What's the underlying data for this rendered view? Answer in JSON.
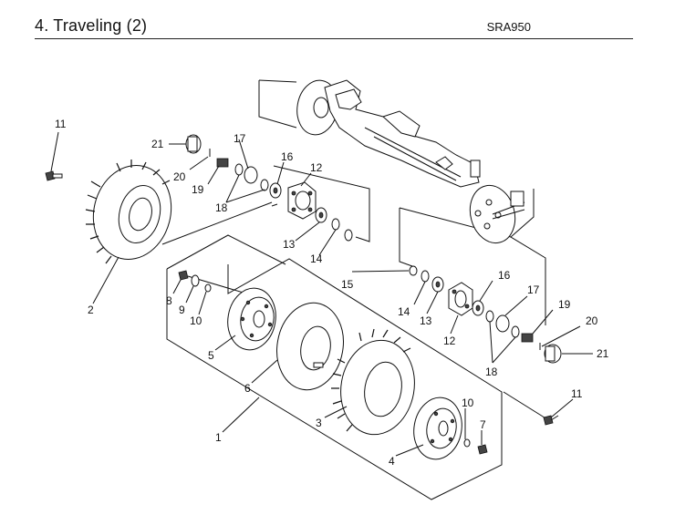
{
  "header": {
    "title": "4. Traveling (2)",
    "model": "SRA950"
  },
  "callouts": {
    "p1": "1",
    "p2": "2",
    "p3": "3",
    "p4": "4",
    "p5": "5",
    "p6": "6",
    "p7": "7",
    "p8": "8",
    "p9": "9",
    "p10a": "10",
    "p10b": "10",
    "p11a": "11",
    "p11b": "11",
    "p12a": "12",
    "p12b": "12",
    "p13a": "13",
    "p13b": "13",
    "p14a": "14",
    "p14b": "14",
    "p15": "15",
    "p16a": "16",
    "p16b": "16",
    "p17a": "17",
    "p17b": "17",
    "p18a": "18",
    "p18b": "18",
    "p19a": "19",
    "p19b": "19",
    "p20a": "20",
    "p20b": "20",
    "p21a": "21",
    "p21b": "21"
  }
}
